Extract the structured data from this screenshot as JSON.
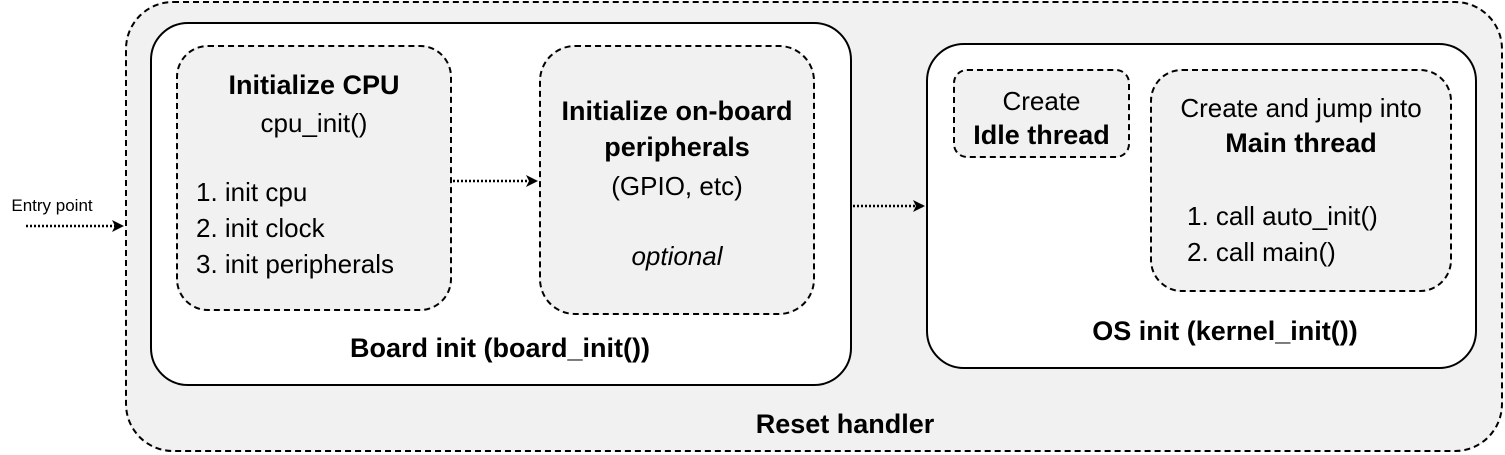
{
  "entry": {
    "label": "Entry point"
  },
  "reset_handler": {
    "title": "Reset handler"
  },
  "board_init": {
    "title": "Board init (board_init())",
    "cpu": {
      "title": "Initialize CPU",
      "function": "cpu_init()",
      "steps": [
        "1. init cpu",
        "2. init clock",
        "3. init peripherals"
      ]
    },
    "peripherals": {
      "title_line1": "Initialize on-board",
      "title_line2": "peripherals",
      "detail": "(GPIO, etc)",
      "note": "optional"
    }
  },
  "os_init": {
    "title": "OS init (kernel_init())",
    "idle": {
      "line1": "Create",
      "line2": "Idle thread"
    },
    "main": {
      "line1": "Create and jump into",
      "line2": "Main thread",
      "steps": [
        "1. call auto_init()",
        "2. call main()"
      ]
    }
  }
}
